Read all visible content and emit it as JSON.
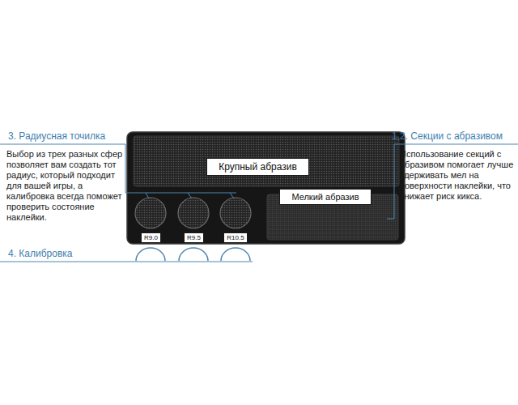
{
  "diagram": {
    "nodes": [
      {
        "text": [
          "Крупный абразив"
        ]
      },
      {
        "text": [
          "Мелкий абразив"
        ]
      },
      {
        "text": [
          "R9.0"
        ]
      },
      {
        "text": [
          "R9.5"
        ]
      },
      {
        "text": [
          "R10.5"
        ]
      }
    ],
    "labels": [
      "3. Радиусная точилка",
      "Выбор из трех разных сфер позволяет вам создать тот радиус, который подходит для вашей игры, а калибровка всегда поможет проверить состояние наклейки.",
      "1,2. Секции с абразивом",
      "Использование секций с абразивом помогает лучше удерживать мел на поверхности наклейки, что снижает риск кикса.",
      "4. Калибровка"
    ]
  }
}
